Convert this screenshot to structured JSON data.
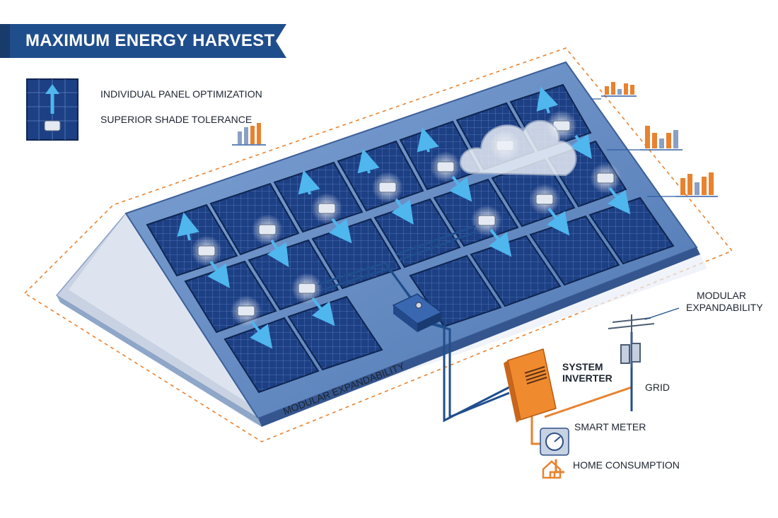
{
  "title": "MAXIMUM ENERGY HARVEST",
  "features": {
    "item1": "INDIVIDUAL PANEL OPTIMIZATION",
    "item2": "SUPERIOR SHADE TOLERANCE"
  },
  "labels": {
    "modular_expandability_roof": "MODULAR EXPANDABILITY",
    "modular_expandability_pole_line1": "MODULAR",
    "modular_expandability_pole_line2": "EXPANDABILITY",
    "system_inverter_line1": "SYSTEM",
    "system_inverter_line2": "INVERTER",
    "grid": "GRID",
    "smart_meter": "SMART METER",
    "home_consumption": "HOME CONSUMPTION"
  },
  "colors": {
    "navy": "#1f4e8c",
    "panel": "#1b3a7a",
    "roof": "#6a8fc4",
    "accent_orange": "#e8822e",
    "arrow_blue": "#4fb6ee"
  },
  "icons": [
    "panel-optimizer-icon",
    "bar-chart-icon",
    "cloud-icon",
    "combiner-box-icon",
    "inverter-icon",
    "meter-icon",
    "utility-pole-icon",
    "house-icon"
  ]
}
